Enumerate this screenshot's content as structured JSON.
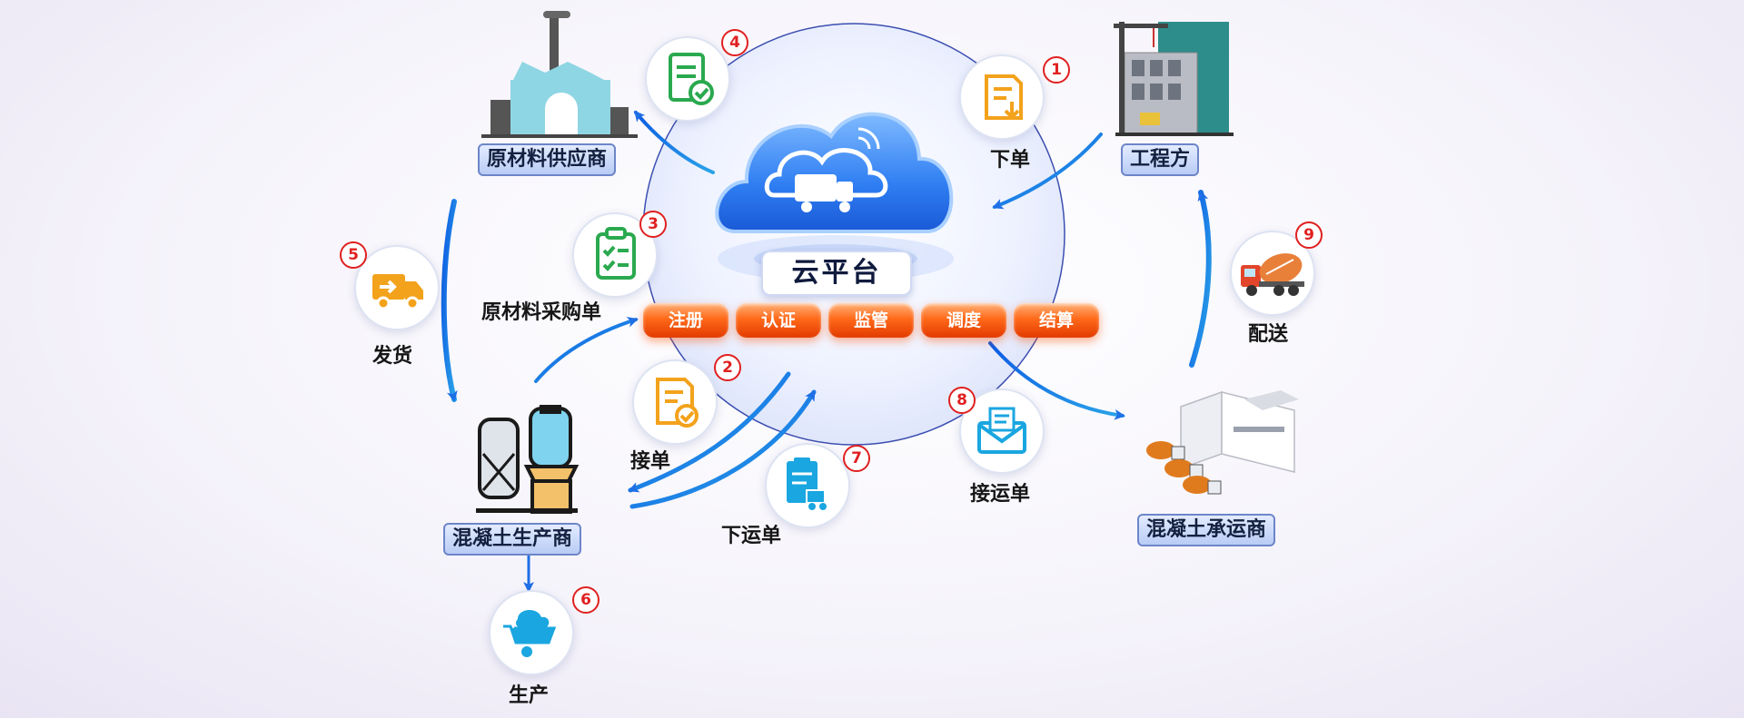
{
  "center": {
    "title": "云平台"
  },
  "buttons": [
    {
      "label": "注册"
    },
    {
      "label": "认证"
    },
    {
      "label": "监管"
    },
    {
      "label": "调度"
    },
    {
      "label": "结算"
    }
  ],
  "actors": {
    "supplier": "原材料供应商",
    "project": "工程方",
    "producer": "混凝土生产商",
    "carrier": "混凝土承运商"
  },
  "steps": [
    {
      "num": "1",
      "label": "下单"
    },
    {
      "num": "2",
      "label": "接单"
    },
    {
      "num": "3",
      "label": "原材料采购单"
    },
    {
      "num": "4",
      "label": ""
    },
    {
      "num": "5",
      "label": "发货"
    },
    {
      "num": "6",
      "label": "生产"
    },
    {
      "num": "7",
      "label": "下运单"
    },
    {
      "num": "8",
      "label": "接运单"
    },
    {
      "num": "9",
      "label": "配送"
    }
  ],
  "colors": {
    "arrow_blue": "#1f6fe6",
    "accent_red": "#e02020",
    "button_orange": "#ff6a1a",
    "icon_green": "#2aa94f",
    "icon_orange": "#f3a21c",
    "icon_blue": "#1aa6e0"
  },
  "icons": {
    "step1": "order-download-icon",
    "step2": "order-accept-icon",
    "step3": "checklist-icon",
    "step4": "document-check-icon",
    "step5": "delivery-truck-icon",
    "step6": "wheelbarrow-icon",
    "step7": "waybill-truck-icon",
    "step8": "envelope-icon",
    "step9": "concrete-mixer-truck-icon"
  }
}
